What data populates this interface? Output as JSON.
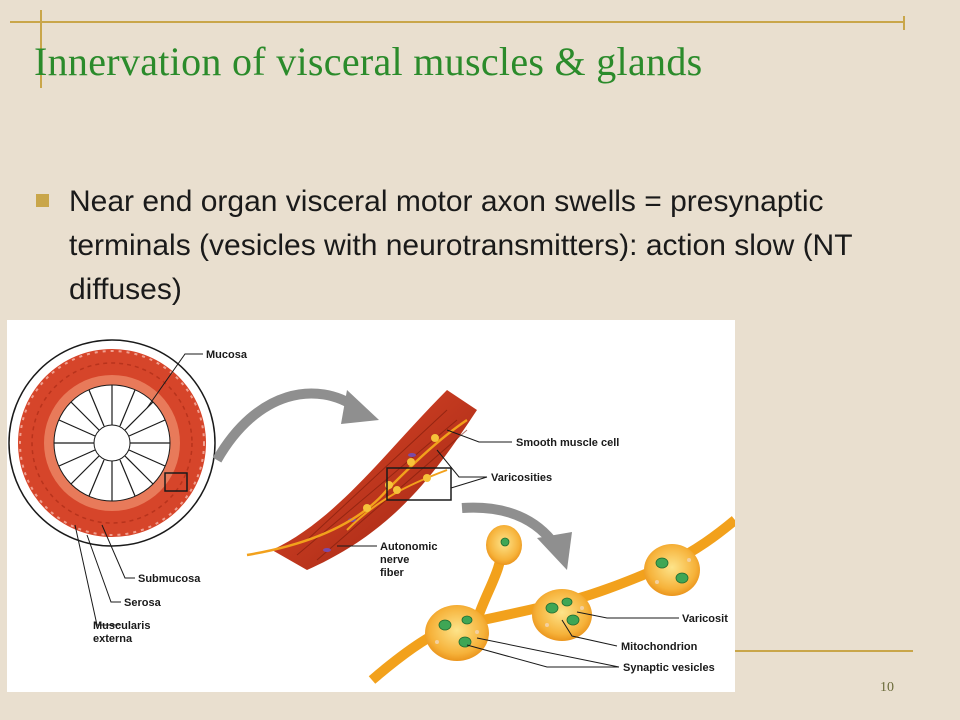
{
  "slide": {
    "title": "Innervation of visceral muscles & glands",
    "bullet": "Near end organ visceral motor axon swells = presynaptic terminals (vesicles with neurotransmitters): action slow (NT diffuses)",
    "page_number": "10"
  },
  "figure": {
    "labels": {
      "mucosa": "Mucosa",
      "submucosa": "Submucosa",
      "serosa": "Serosa",
      "muscularis_1": "Muscularis",
      "muscularis_2": "externa",
      "smooth_muscle_cell": "Smooth muscle cell",
      "varicosities": "Varicosities",
      "autonomic_1": "Autonomic",
      "autonomic_2": "nerve",
      "autonomic_3": "fiber",
      "varicosity": "Varicosit",
      "mitochondrion": "Mitochondrion",
      "synaptic_vesicles": "Synaptic vesicles"
    },
    "colors": {
      "muscle": "#c8391f",
      "nerve": "#f2a11c",
      "mitochondria": "#3fa655",
      "arrow": "#8f8f8f",
      "accent": "#c9a64a",
      "title": "#2b8b2b"
    }
  }
}
